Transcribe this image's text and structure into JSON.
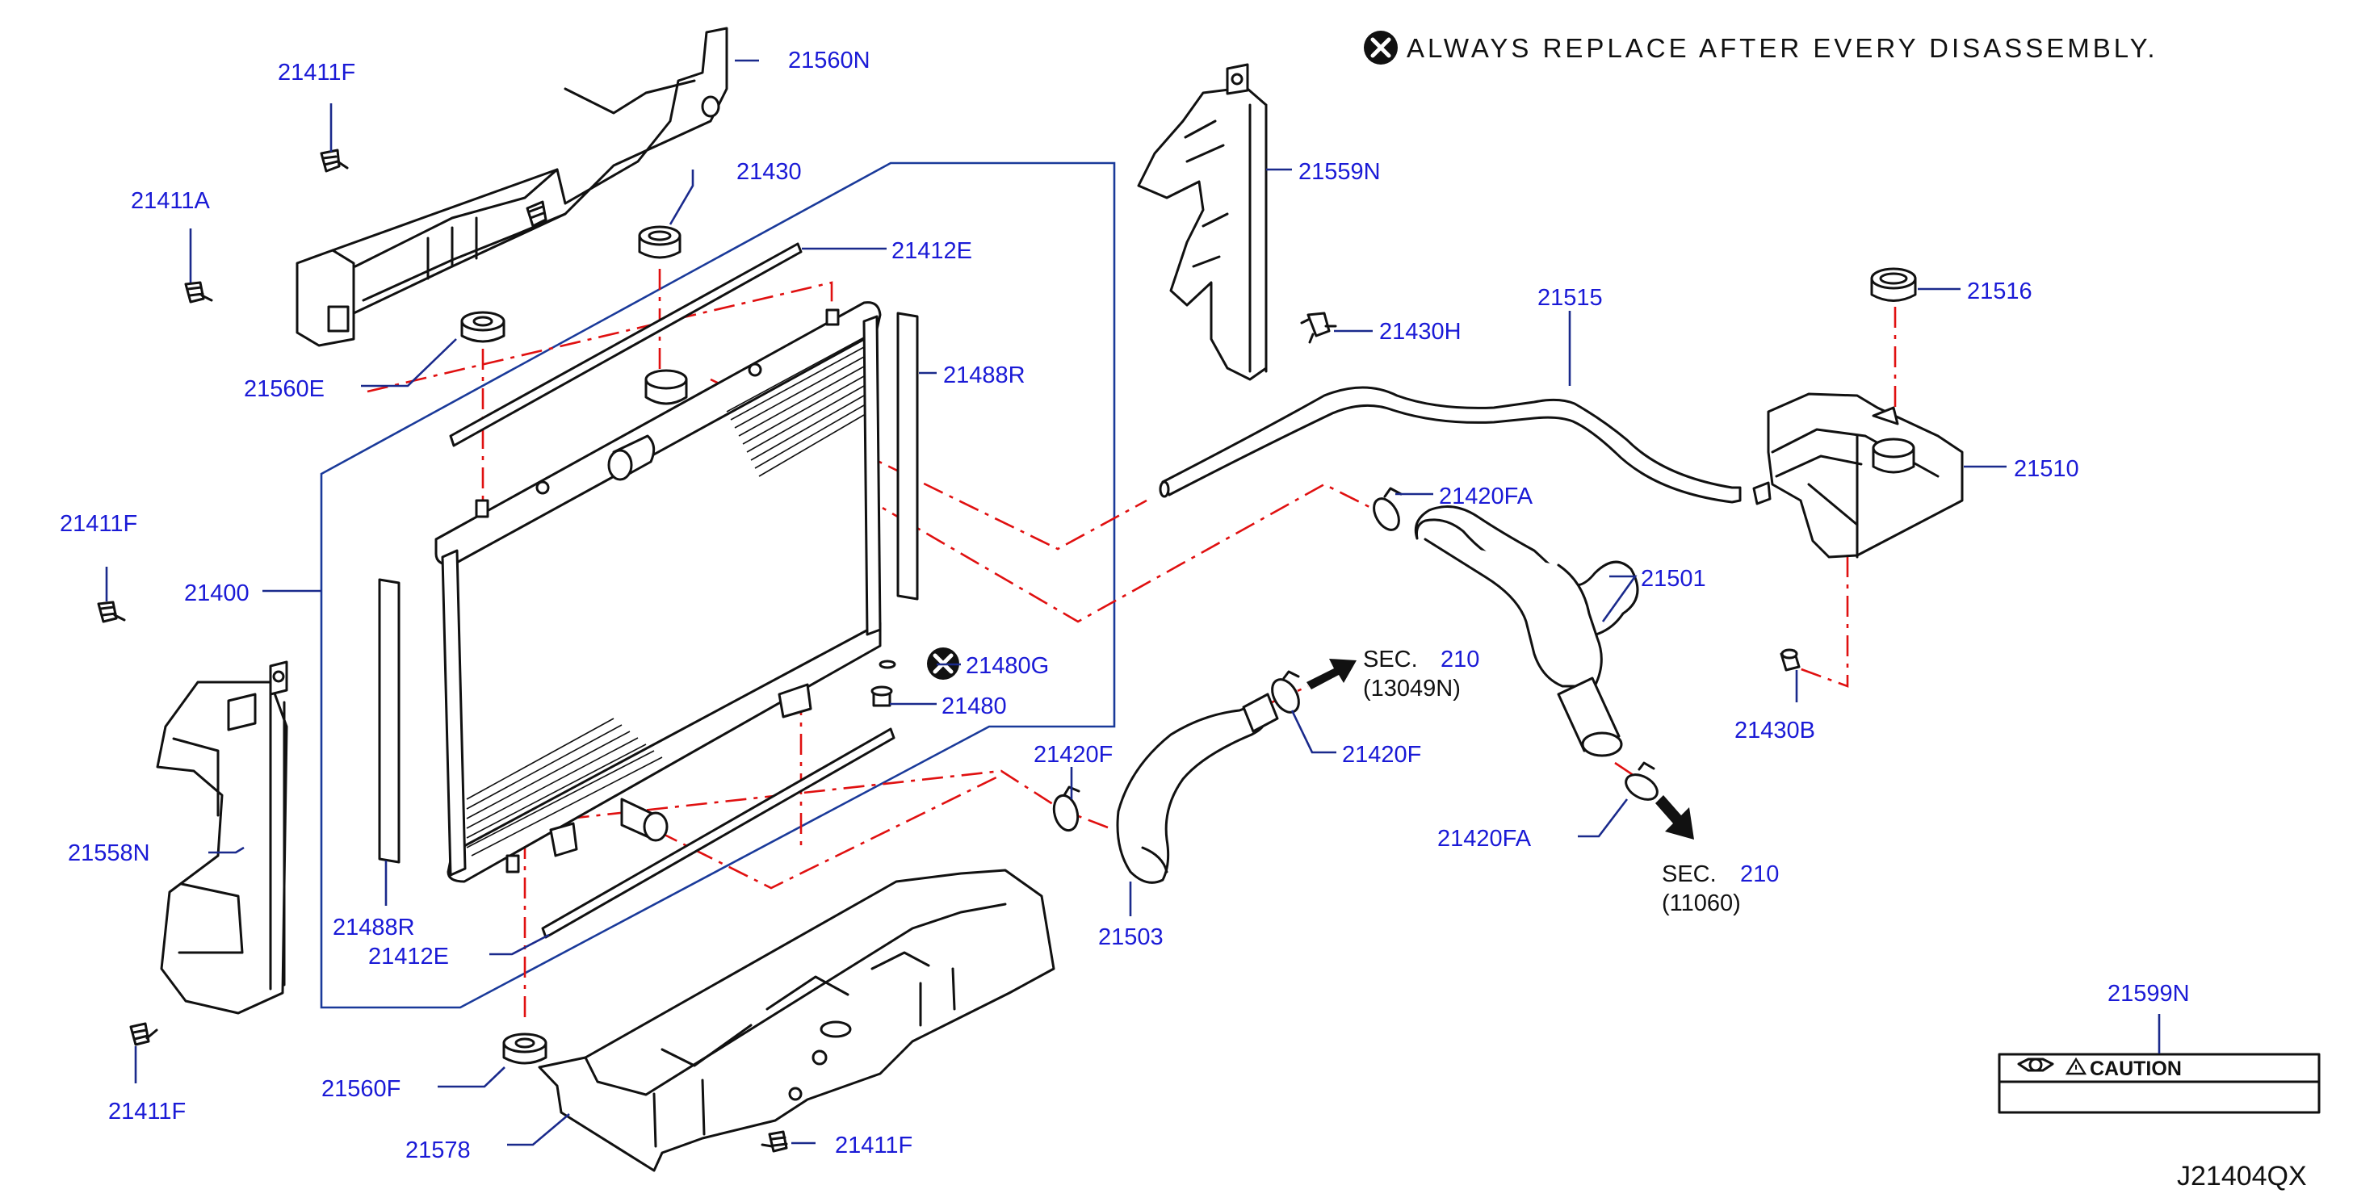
{
  "notice": {
    "text": "ALWAYS REPLACE AFTER EVERY DISASSEMBLY."
  },
  "diagram_code": "J21404QX",
  "colors": {
    "part_number": "#1a1ad6",
    "leader": "#1a2a8c",
    "dash_line": "#e01010",
    "line_art": "#111111"
  },
  "callouts": [
    {
      "id": "21560N",
      "label": "21560N"
    },
    {
      "id": "21411F_a",
      "label": "21411F"
    },
    {
      "id": "21411A",
      "label": "21411A"
    },
    {
      "id": "21430",
      "label": "21430"
    },
    {
      "id": "21412E_a",
      "label": "21412E"
    },
    {
      "id": "21560E",
      "label": "21560E"
    },
    {
      "id": "21488R_a",
      "label": "21488R"
    },
    {
      "id": "21559N",
      "label": "21559N"
    },
    {
      "id": "21430H",
      "label": "21430H"
    },
    {
      "id": "21515",
      "label": "21515"
    },
    {
      "id": "21516",
      "label": "21516"
    },
    {
      "id": "21510",
      "label": "21510"
    },
    {
      "id": "21420FA_a",
      "label": "21420FA"
    },
    {
      "id": "21411F_b",
      "label": "21411F"
    },
    {
      "id": "21400",
      "label": "21400"
    },
    {
      "id": "21501",
      "label": "21501"
    },
    {
      "id": "21480G",
      "label": "21480G"
    },
    {
      "id": "21480",
      "label": "21480"
    },
    {
      "id": "21430B",
      "label": "21430B"
    },
    {
      "id": "21420F_a",
      "label": "21420F"
    },
    {
      "id": "21420F_b",
      "label": "21420F"
    },
    {
      "id": "21558N",
      "label": "21558N"
    },
    {
      "id": "21420FA_b",
      "label": "21420FA"
    },
    {
      "id": "21488R_b",
      "label": "21488R"
    },
    {
      "id": "21503",
      "label": "21503"
    },
    {
      "id": "21412E_b",
      "label": "21412E"
    },
    {
      "id": "21599N",
      "label": "21599N"
    },
    {
      "id": "21560F",
      "label": "21560F"
    },
    {
      "id": "21411F_c",
      "label": "21411F"
    },
    {
      "id": "21578",
      "label": "21578"
    },
    {
      "id": "21411F_d",
      "label": "21411F"
    }
  ],
  "section_refs": [
    {
      "id": "sec_13049",
      "sec": "SEC.",
      "num": "210",
      "sub": "(13049N)"
    },
    {
      "id": "sec_11060",
      "sec": "SEC.",
      "num": "210",
      "sub": "(11060)"
    }
  ],
  "caution_label": {
    "text": "CAUTION"
  },
  "icons": [
    "replace-x-icon",
    "warning-triangle-icon",
    "direction-arrow-icon"
  ]
}
